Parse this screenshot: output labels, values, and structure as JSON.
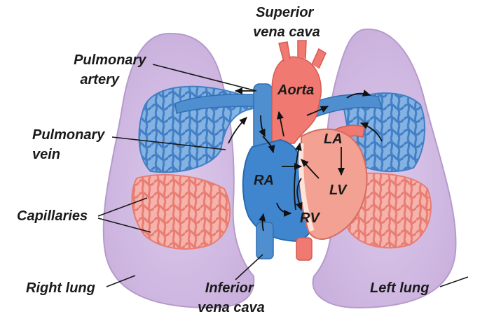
{
  "labels": {
    "superior_vena_cava": [
      "Superior",
      "vena cava"
    ],
    "pulmonary_artery": [
      "Pulmonary",
      "artery"
    ],
    "aorta": "Aorta",
    "pulmonary_vein": [
      "Pulmonary",
      "vein"
    ],
    "la": "LA",
    "ra": "RA",
    "lv": "LV",
    "rv": "RV",
    "capillaries": "Capillaries",
    "right_lung": "Right lung",
    "left_lung": "Left lung",
    "inferior_vena_cava": [
      "Inferior",
      "vena cava"
    ]
  },
  "colors": {
    "lung_fill": "#d5c0e3",
    "lung_edge": "#b59bcc",
    "vein_blue": "#4f8fd0",
    "vessel_red": "#f07a72",
    "heart_red": "#f3a193",
    "heart_blue": "#3f86cf"
  }
}
